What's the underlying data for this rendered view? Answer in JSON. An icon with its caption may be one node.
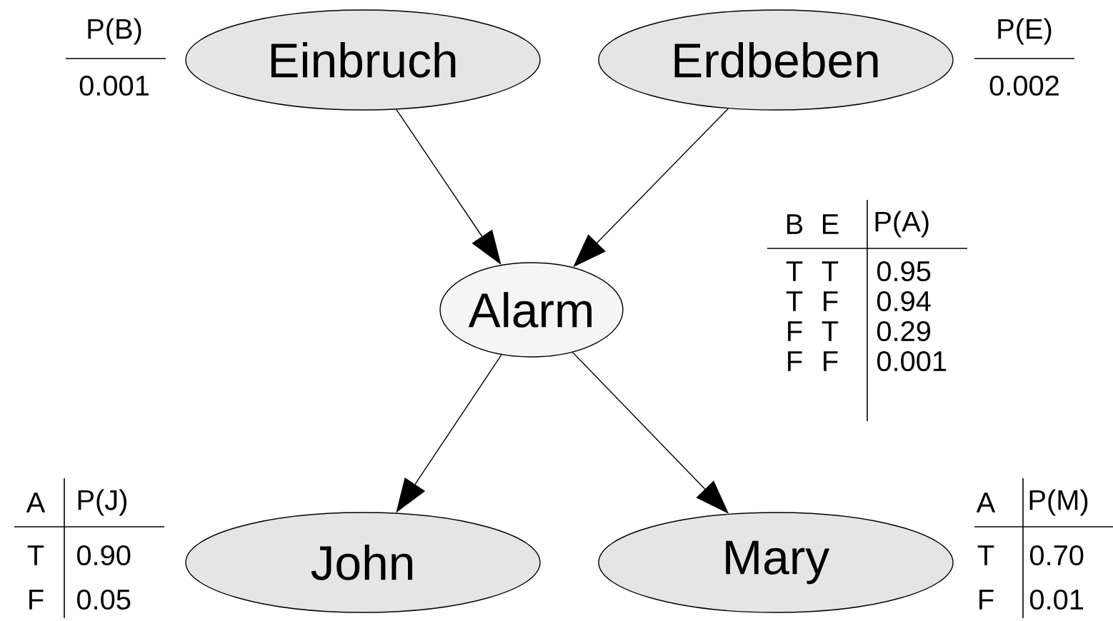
{
  "diagram": {
    "nodes": [
      {
        "text": [
          "Einbruch"
        ]
      },
      {
        "text": [
          "Erdbeben"
        ]
      },
      {
        "text": [
          "Alarm"
        ]
      },
      {
        "text": [
          "John"
        ]
      },
      {
        "text": [
          "Mary"
        ]
      }
    ],
    "edges": [
      {
        "from": 0,
        "to": 2,
        "arrow": "to"
      },
      {
        "from": 1,
        "to": 2,
        "arrow": "to"
      },
      {
        "from": 2,
        "to": 3,
        "arrow": "to"
      },
      {
        "from": 2,
        "to": 4,
        "arrow": "to"
      }
    ],
    "labels": [
      "P(B)",
      "0.001",
      "P(E)",
      "0.002",
      "B",
      "E",
      "P(A)",
      "T",
      "T",
      "0.95",
      "T",
      "F",
      "0.94",
      "F",
      "T",
      "0.29",
      "F",
      "F",
      "0.001",
      "A",
      "P(J)",
      "T",
      "0.90",
      "F",
      "0.05",
      "A",
      "P(M)",
      "T",
      "0.70",
      "F",
      "0.01"
    ]
  }
}
